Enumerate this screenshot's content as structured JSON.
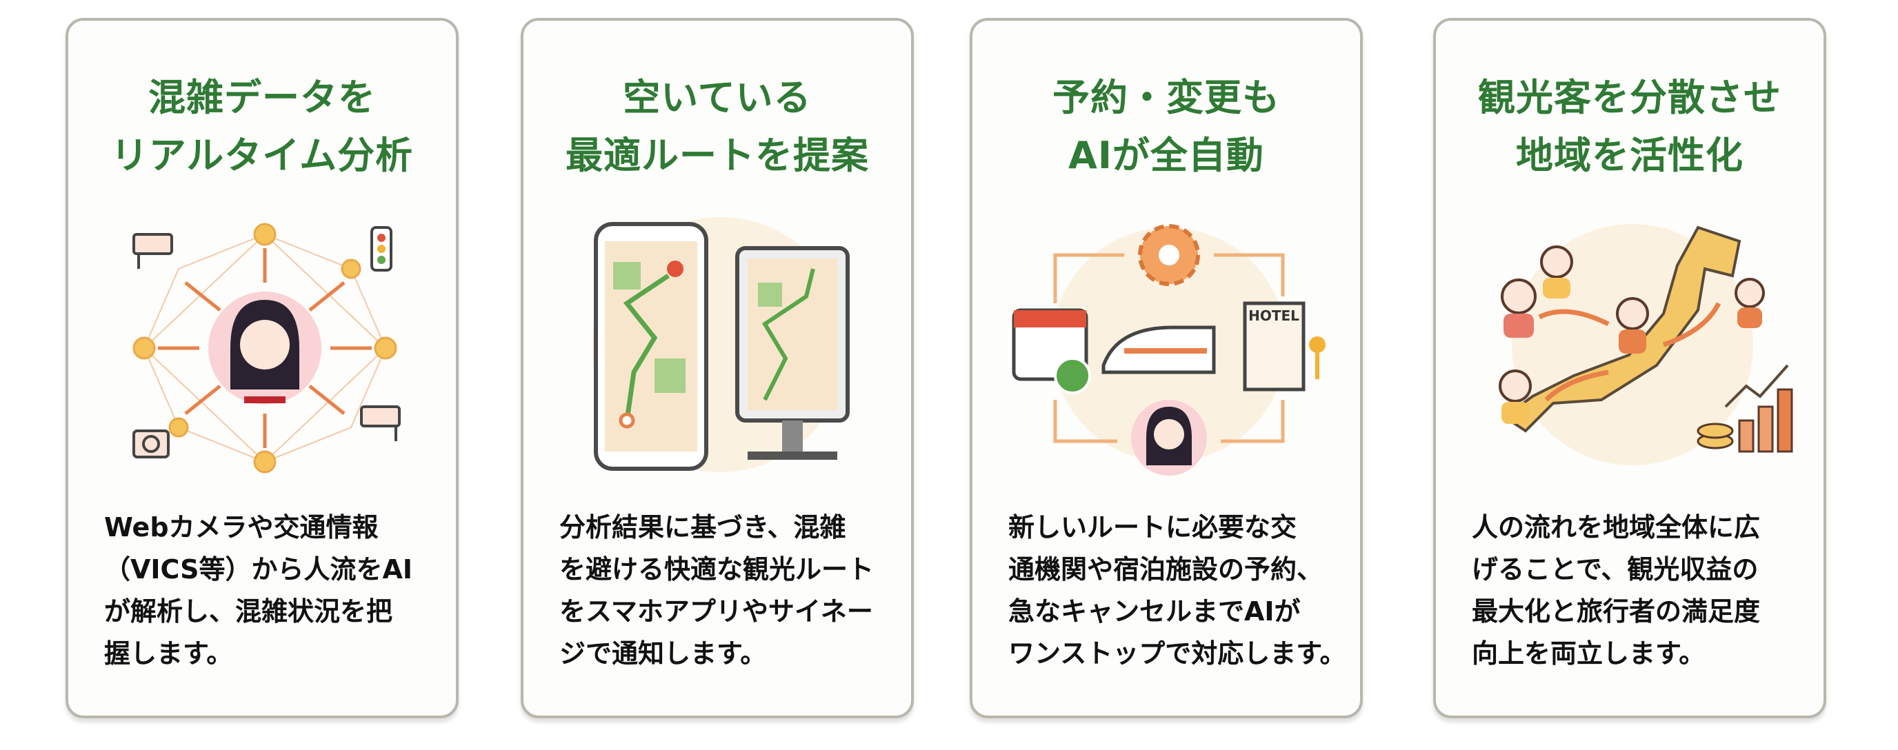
{
  "cards": [
    {
      "title": [
        "混雑データを",
        "リアルタイム分析"
      ],
      "body": [
        "Webカメラや交通情報",
        "（VICS等）から人流をAI",
        "が解析し、混雑状況を把",
        "握します。"
      ]
    },
    {
      "title": [
        "空いている",
        "最適ルートを提案"
      ],
      "body": [
        "分析結果に基づき、混雑",
        "を避ける快適な観光ルート",
        "をスマホアプリやサイネー",
        "ジで通知します。"
      ]
    },
    {
      "title": [
        "予約・変更も",
        "AIが全自動"
      ],
      "body": [
        "新しいルートに必要な交",
        "通機関や宿泊施設の予約、",
        "急なキャンセルまでAIが",
        "ワンストップで対応します。"
      ],
      "hotel_sign": "HOTEL"
    },
    {
      "title": [
        "観光客を分散させ",
        "地域を活性化"
      ],
      "body": [
        "人の流れを地域全体に広",
        "げることで、観光収益の",
        "最大化と旅行者の満足度",
        "向上を両立します。"
      ]
    }
  ],
  "colors": {
    "title_green": "#2f7a35",
    "accent_orange": "#e8804a",
    "node_yellow": "#f6c25a",
    "card_border": "#b9b7ad"
  }
}
